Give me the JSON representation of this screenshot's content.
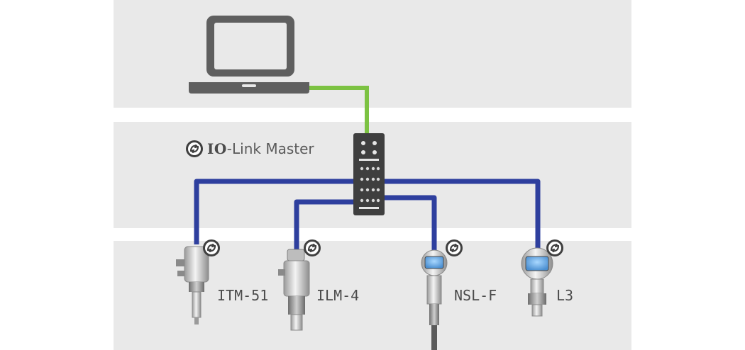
{
  "master": {
    "brand": "IO",
    "rest": "-Link Master",
    "logo_icon": "io-link-logo-icon"
  },
  "devices": [
    {
      "label": "ITM-51"
    },
    {
      "label": "ILM-4"
    },
    {
      "label": "NSL-F"
    },
    {
      "label": "L3"
    }
  ],
  "colors": {
    "band": "#e9e9e9",
    "ethernet_cable": "#7cc242",
    "io_link_cable": "#2e3f9e",
    "laptop": "#5f5f5f",
    "master_body": "#3f3f3f",
    "label_text": "#4b4b4b"
  }
}
